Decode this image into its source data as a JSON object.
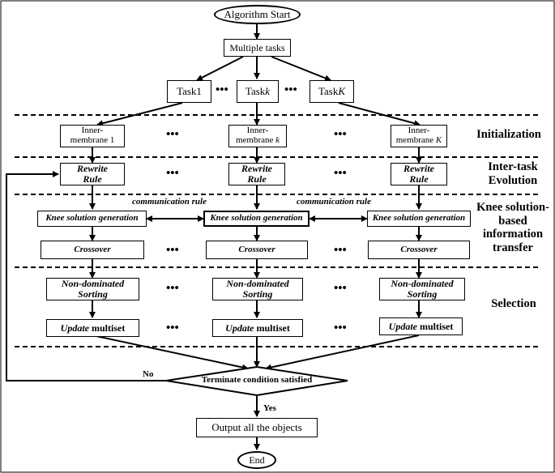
{
  "nodes": {
    "start": "Algorithm Start",
    "multiple_tasks": "Multiple tasks",
    "task1": "Task1",
    "taskk_prefix": "Task",
    "taskk_var": "k",
    "taskK_prefix": "Task",
    "taskK_var": "K",
    "inner1_line1": "Inner-",
    "inner1_line2": "membrane 1",
    "innerk_line1": "Inner-",
    "innerk_line2": "membrane ",
    "innerk_var": "k",
    "innerK_line1": "Inner-",
    "innerK_line2": "membrane ",
    "innerK_var": "K",
    "rewrite_line1": "Rewrite",
    "rewrite_line2": "Rule",
    "knee": "Knee solution generation",
    "crossover": "Crossover",
    "nds_line1": "Non-dominated",
    "nds_line2": "Sorting",
    "update_italic": "Update",
    "update_rest": " multiset",
    "terminate": "Terminate condition satisfied",
    "output": "Output all the objects",
    "end": "End"
  },
  "edge_labels": {
    "comm_rule": "communication rule",
    "no": "No",
    "yes": "Yes"
  },
  "ellipsis": "•••",
  "stages": {
    "initialization": "Initialization",
    "inter_task_1": "Inter-task",
    "inter_task_2": "Evolution",
    "knee_1": "Knee solution-",
    "knee_2": "based",
    "knee_3": "information",
    "knee_4": "transfer",
    "selection": "Selection"
  }
}
